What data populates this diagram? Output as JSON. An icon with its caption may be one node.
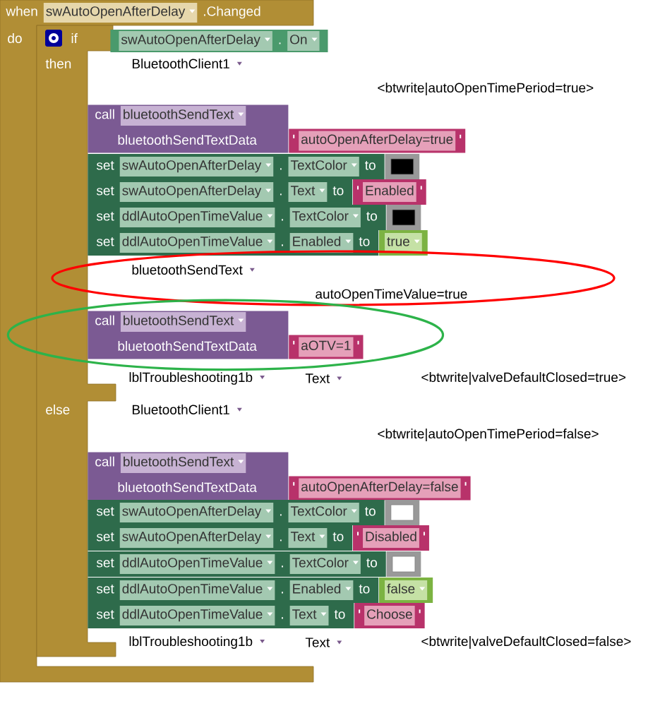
{
  "diagram": {
    "nodes": [
      {
        "text": [
          "when",
          "swAutoOpenAfterDelay",
          ".Changed",
          "do"
        ]
      },
      {
        "text": [
          "if",
          "then",
          "else"
        ]
      },
      {
        "text": [
          "swAutoOpenAfterDelay",
          ".",
          "On"
        ]
      },
      {
        "text": [
          "call",
          "bluetoothSendText",
          "bluetoothSendTextData",
          "autoOpenAfterDelay=true"
        ]
      },
      {
        "text": [
          "set",
          "swAutoOpenAfterDelay",
          ".",
          "TextColor",
          "to"
        ]
      },
      {
        "text": [
          "set",
          "swAutoOpenAfterDelay",
          ".",
          "Text",
          "to",
          "Enabled"
        ]
      },
      {
        "text": [
          "set",
          "ddlAutoOpenTimeValue",
          ".",
          "TextColor",
          "to"
        ]
      },
      {
        "text": [
          "set",
          "ddlAutoOpenTimeValue",
          ".",
          "Enabled",
          "to",
          "true"
        ]
      },
      {
        "text": [
          "bluetoothSendText",
          "autoOpenTimeValue=true"
        ]
      },
      {
        "text": [],
        "shape": "ellipse"
      },
      {
        "text": [
          "call",
          "bluetoothSendText",
          "bluetoothSendTextData",
          "aOTV=1"
        ],
        "in": 9
      },
      {
        "text": [
          "call",
          "bluetoothSendText",
          "bluetoothSendTextData",
          "autoOpenAfterDelay=false"
        ]
      },
      {
        "text": [
          "set",
          "swAutoOpenAfterDelay",
          ".",
          "TextColor",
          "to"
        ]
      },
      {
        "text": [
          "set",
          "swAutoOpenAfterDelay",
          ".",
          "Text",
          "to",
          "Disabled"
        ]
      },
      {
        "text": [
          "set",
          "ddlAutoOpenTimeValue",
          ".",
          "TextColor",
          "to"
        ]
      },
      {
        "text": [
          "set",
          "ddlAutoOpenTimeValue",
          ".",
          "Enabled",
          "to",
          "false"
        ]
      },
      {
        "text": [
          "set",
          "ddlAutoOpenTimeValue",
          ".",
          "Text",
          "to",
          "Choose"
        ]
      }
    ],
    "labels": [
      "BluetoothClient1",
      "<btwrite|autoOpenTimePeriod=true>",
      "lblTroubleshooting1b",
      "Text",
      "<btwrite|valveDefaultClosed=true>",
      "BluetoothClient1",
      "<btwrite|autoOpenTimePeriod=false>",
      "lblTroubleshooting1b",
      "Text",
      "<btwrite|valveDefaultClosed=false>"
    ]
  }
}
